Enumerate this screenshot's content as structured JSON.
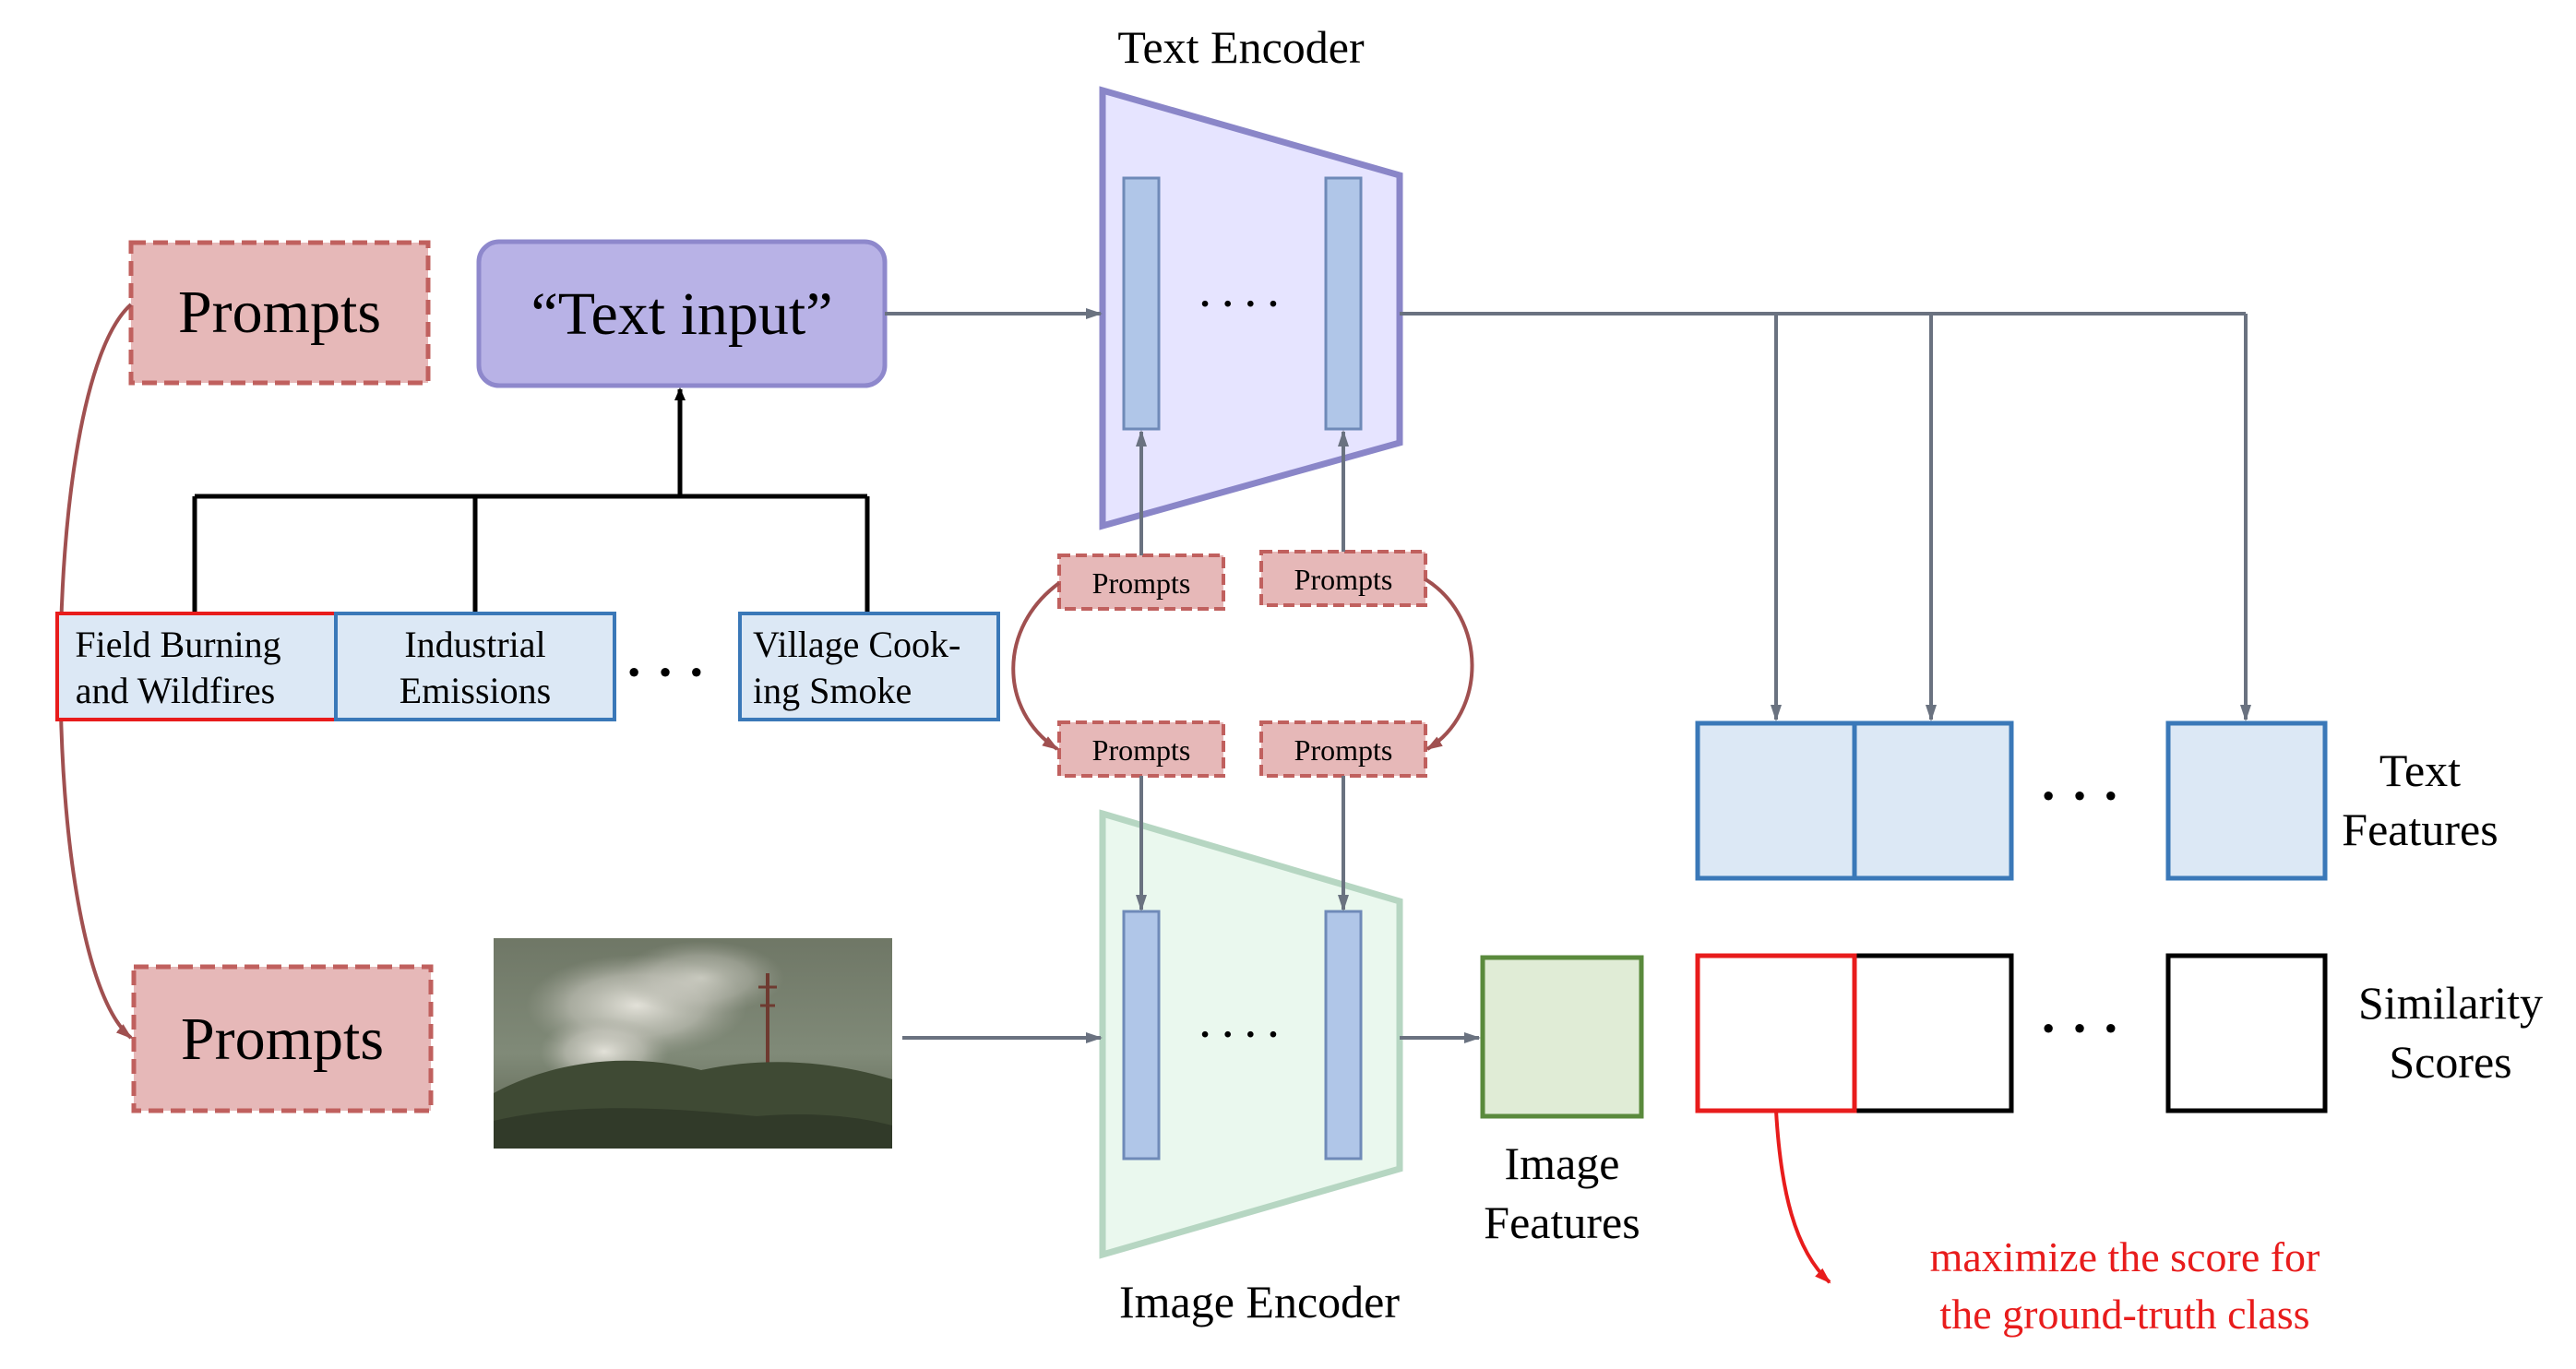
{
  "encoders": {
    "text_encoder_label": "Text Encoder",
    "image_encoder_label": "Image Encoder",
    "layer_dots": "····"
  },
  "prompts": {
    "large_label": "Prompts",
    "small_label": "Prompts"
  },
  "text_input": {
    "label": "“Text input”"
  },
  "classes": {
    "items": [
      {
        "line1": "Field Burning",
        "line2": "and Wildfires"
      },
      {
        "line1": "Industrial",
        "line2": "Emissions"
      },
      {
        "line1": "Village Cook-",
        "line2": "ing Smoke"
      }
    ],
    "ellipsis": "· · ·"
  },
  "features": {
    "image_features_line1": "Image",
    "image_features_line2": "Features",
    "text_features_line1": "Text",
    "text_features_line2": "Features",
    "similarity_line1": "Similarity",
    "similarity_line2": "Scores",
    "ellipsis": "· · ·"
  },
  "annotation": {
    "line1": "maximize the score for",
    "line2": "the ground-truth class"
  },
  "colors": {
    "prompt_fill": "#e6b8b8",
    "prompt_stroke": "#c0605e",
    "text_input_fill": "#b8b2e6",
    "text_encoder_fill": "#e6e4ff",
    "text_encoder_stroke": "#8a86c8",
    "image_encoder_fill": "#eaf8ee",
    "image_encoder_stroke": "#b6d6c2",
    "layer_fill": "#b0c6e8",
    "class_fill": "#dce8f5",
    "class_stroke": "#3a78b8",
    "highlight": "#e81c1c",
    "image_feature_fill": "#e0ecd6",
    "image_feature_stroke": "#5a8a3c",
    "arrow": "#6a7280"
  }
}
